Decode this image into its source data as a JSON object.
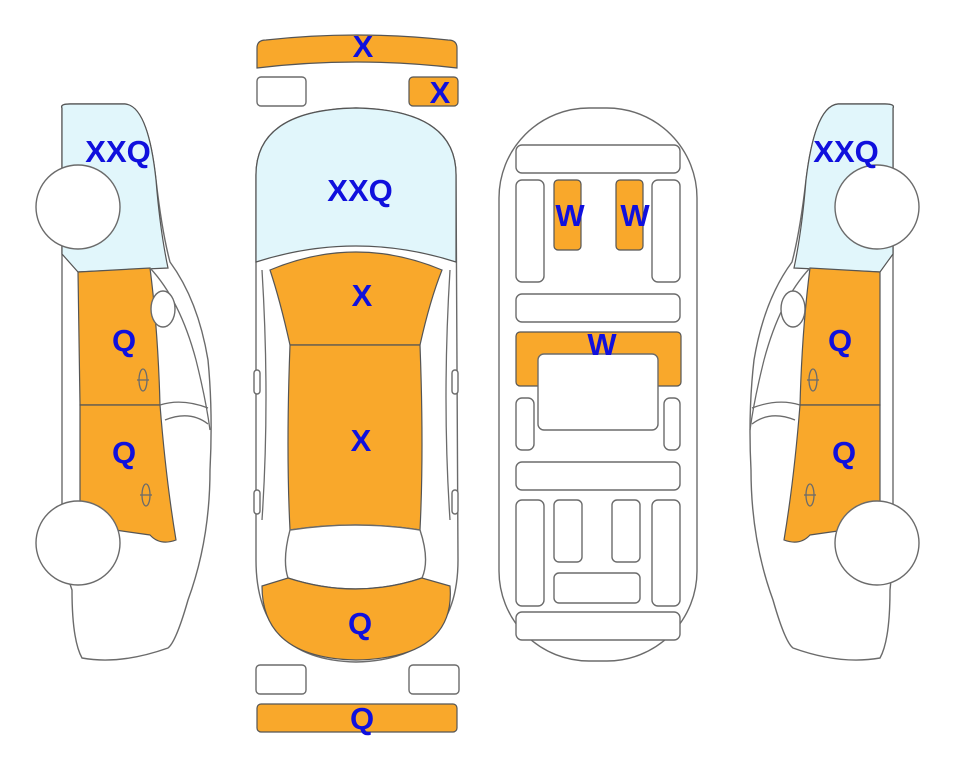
{
  "colors": {
    "damaged_fill": "#f9a82b",
    "glass_fill": "#e1f6fb",
    "label": "#1010dd",
    "outline": "#6b6b6b",
    "background": "#ffffff"
  },
  "labels": {
    "front_bumper": "X",
    "front_right_fog": "X",
    "windshield": "XXQ",
    "hood": "X",
    "roof": "X",
    "trunk": "Q",
    "rear_bumper": "Q",
    "floor_front_left": "W",
    "floor_front_right": "W",
    "floor_mid": "W",
    "left_quarter_glass": "XXQ",
    "left_rear_door": "Q",
    "left_front_door": "Q",
    "right_quarter_glass": "XXQ",
    "right_rear_door": "Q",
    "right_front_door": "Q"
  }
}
